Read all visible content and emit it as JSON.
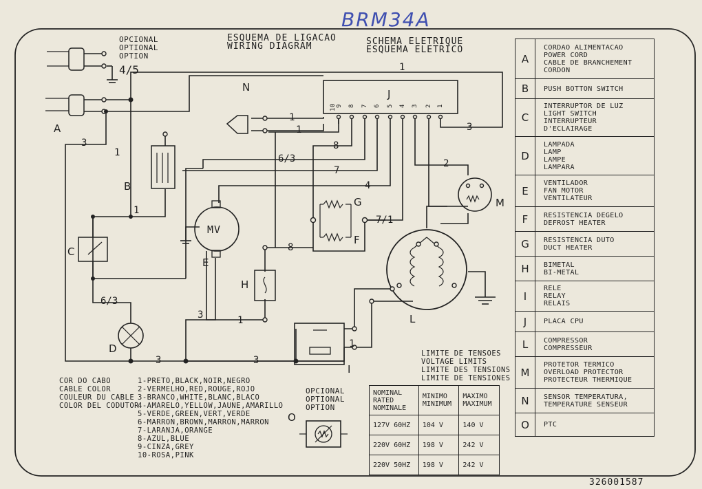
{
  "model_handwritten": "BRM34A",
  "serial": "326001587",
  "titles": {
    "left": [
      "ESQUEMA DE LIGACAO",
      "WIRING DIAGRAM"
    ],
    "right": [
      "SCHEMA ELETRIQUE",
      "ESQUEMA ELETRICO"
    ]
  },
  "optional_top": [
    "OPCIONAL",
    "OPTIONAL",
    "OPTION"
  ],
  "optional_bottom": [
    "OPCIONAL",
    "OPTIONAL",
    "OPTION"
  ],
  "voltage_limits_title": [
    "LIMITE DE TENSOES",
    "VOLTAGE LIMITS",
    "LIMITE DES TENSIONS",
    "LIMITE DE TENSIONES"
  ],
  "voltage_table": {
    "headers": [
      [
        "NOMINAL",
        "RATED",
        "NOMINALE"
      ],
      [
        "MINIMO",
        "MINIMUM"
      ],
      [
        "MAXIMO",
        "MAXIMUM"
      ]
    ],
    "rows": [
      [
        "127V 60HZ",
        "104 V",
        "140 V"
      ],
      [
        "220V 60HZ",
        "198 V",
        "242 V"
      ],
      [
        "220V 50HZ",
        "198 V",
        "242 V"
      ]
    ]
  },
  "cable_color_title": [
    "COR DO CABO",
    "CABLE COLOR",
    "COULEUR DU CABLE",
    "COLOR DEL CODUTOR"
  ],
  "cable_colors": [
    "1-PRETO,BLACK,NOIR,NEGRO",
    "2-VERMELHO,RED,ROUGE,ROJO",
    "3-BRANCO,WHITE,BLANC,BLACO",
    "4-AMARELO,YELLOW,JAUNE,AMARILLO",
    "5-VERDE,GREEN,VERT,VERDE",
    "6-MARRON,BROWN,MARRON,MARRON",
    "7-LARANJA,ORANGE",
    "8-AZUL,BLUE",
    "9-CINZA,GREY",
    "10-ROSA,PINK"
  ],
  "legend": [
    {
      "key": "A",
      "lines": [
        "CORDAO ALIMENTACAO",
        "POWER CORD",
        "CABLE DE BRANCHEMENT",
        "CORDON"
      ]
    },
    {
      "key": "B",
      "lines": [
        "PUSH BOTTON SWITCH"
      ]
    },
    {
      "key": "C",
      "lines": [
        "INTERRUPTOR DE LUZ",
        "LIGHT SWITCH",
        "INTERRUPTEUR D'ECLAIRAGE"
      ]
    },
    {
      "key": "D",
      "lines": [
        "LAMPADA",
        "LAMP",
        "LAMPE",
        "LAMPARA"
      ]
    },
    {
      "key": "E",
      "lines": [
        "VENTILADOR",
        "FAN MOTOR",
        "VENTILATEUR"
      ]
    },
    {
      "key": "F",
      "lines": [
        "RESISTENCIA DEGELO",
        "DEFROST HEATER"
      ]
    },
    {
      "key": "G",
      "lines": [
        "RESISTENCIA DUTO",
        "DUCT HEATER"
      ]
    },
    {
      "key": "H",
      "lines": [
        "BIMETAL",
        "BI-METAL"
      ]
    },
    {
      "key": "I",
      "lines": [
        "RELE",
        "RELAY",
        "RELAIS"
      ]
    },
    {
      "key": "J",
      "lines": [
        "PLACA CPU"
      ]
    },
    {
      "key": "L",
      "lines": [
        "COMPRESSOR",
        "COMPRESSEUR"
      ]
    },
    {
      "key": "M",
      "lines": [
        "PROTETOR TERMICO",
        "OVERLOAD PROTECTOR",
        "PROTECTEUR THERMIQUE"
      ]
    },
    {
      "key": "N",
      "lines": [
        "SENSOR TEMPERATURA,",
        "TEMPERATURE SENSEUR"
      ]
    },
    {
      "key": "O",
      "lines": [
        "PTC"
      ]
    }
  ],
  "diagram": {
    "component_letters": [
      "A",
      "B",
      "C",
      "D",
      "E",
      "F",
      "G",
      "H",
      "I",
      "J",
      "L",
      "M",
      "N",
      "O"
    ],
    "motor_label": "MV",
    "pin_numbers": [
      "10",
      "9",
      "8",
      "7",
      "6",
      "5",
      "4",
      "3",
      "2",
      "1"
    ],
    "wire_labels": {
      "opt_num": "4/5",
      "w1_top": "1",
      "w3_right": "3",
      "w1_n_a": "1",
      "w1_n_b": "1",
      "w3_left": "3",
      "w1_b": "1",
      "w8": "8",
      "w63_a": "6/3",
      "w7": "7",
      "w4": "4",
      "w2": "2",
      "w71": "7/1",
      "w1_c": "1",
      "w8_h": "8",
      "w63_c": "6/3",
      "w3_e": "3",
      "w1_h": "1",
      "w3_bot_a": "3",
      "w3_bot_b": "3",
      "w1_relay": "1"
    }
  }
}
